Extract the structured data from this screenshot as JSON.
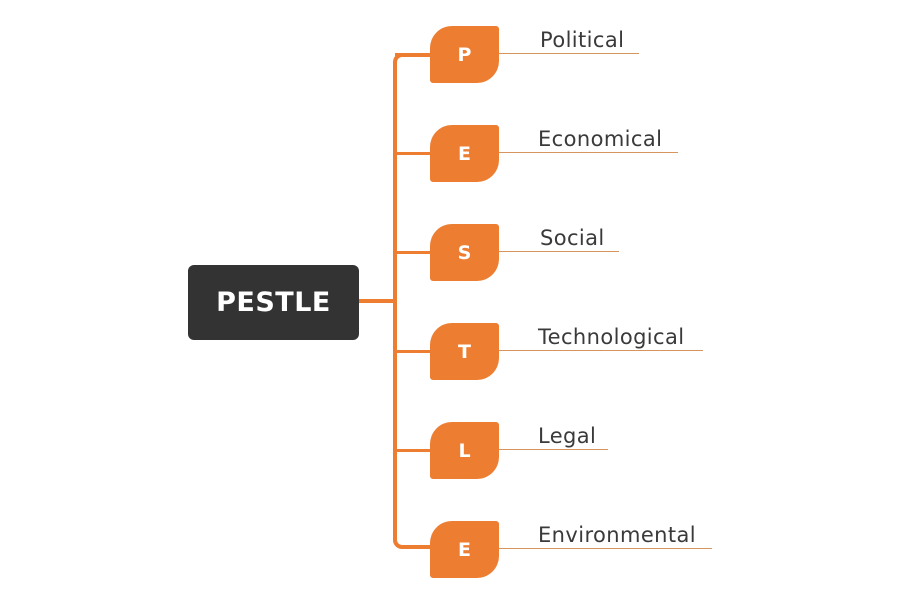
{
  "diagram": {
    "type": "mind-map",
    "root": {
      "label": "PESTLE"
    },
    "colors": {
      "accent": "#ED7D31",
      "root_bg": "#333333",
      "root_text": "#FFFFFF",
      "label_text": "#3A3A3A",
      "underline": "#D6955F"
    },
    "branches": [
      {
        "letter": "P",
        "label": "Political"
      },
      {
        "letter": "E",
        "label": "Economical"
      },
      {
        "letter": "S",
        "label": "Social"
      },
      {
        "letter": "T",
        "label": "Technological"
      },
      {
        "letter": "L",
        "label": "Legal"
      },
      {
        "letter": "E",
        "label": "Environmental"
      }
    ]
  }
}
